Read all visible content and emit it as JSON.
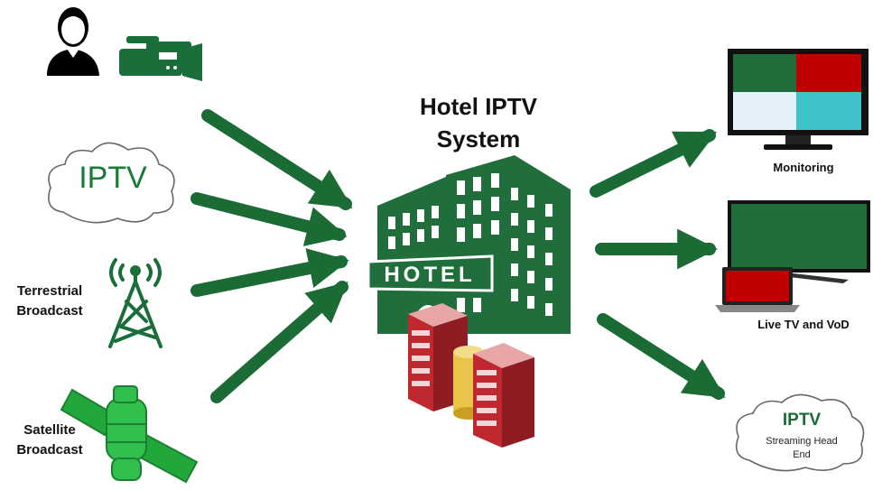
{
  "title_line1": "Hotel IPTV",
  "title_line2": "System",
  "building_sign": "HOTEL",
  "sources": {
    "iptv_cloud": "IPTV",
    "terrestrial_line1": "Terrestrial",
    "terrestrial_line2": "Broadcast",
    "satellite_line1": "Satellite",
    "satellite_line2": "Broadcast"
  },
  "outputs": {
    "monitoring": "Monitoring",
    "live_tv": "Live TV and VoD",
    "cloud_title": "IPTV",
    "cloud_sub_line1": "Streaming Head",
    "cloud_sub_line2": "End"
  },
  "colors": {
    "arrow_green": "#1b6b35",
    "building_green": "#1f6e3c",
    "server_red": "#c0282f",
    "satellite_green": "#22a83a",
    "screen_red": "#c00000",
    "screen_teal": "#3fc1c9",
    "screen_lightblue": "#e6f0fb"
  },
  "icons": [
    "person-icon",
    "video-camera-icon",
    "cloud-icon",
    "antenna-tower-icon",
    "satellite-icon",
    "hotel-building-icon",
    "server-rack-icon",
    "monitor-icon",
    "tv-icon",
    "laptop-icon",
    "cloud-icon"
  ]
}
